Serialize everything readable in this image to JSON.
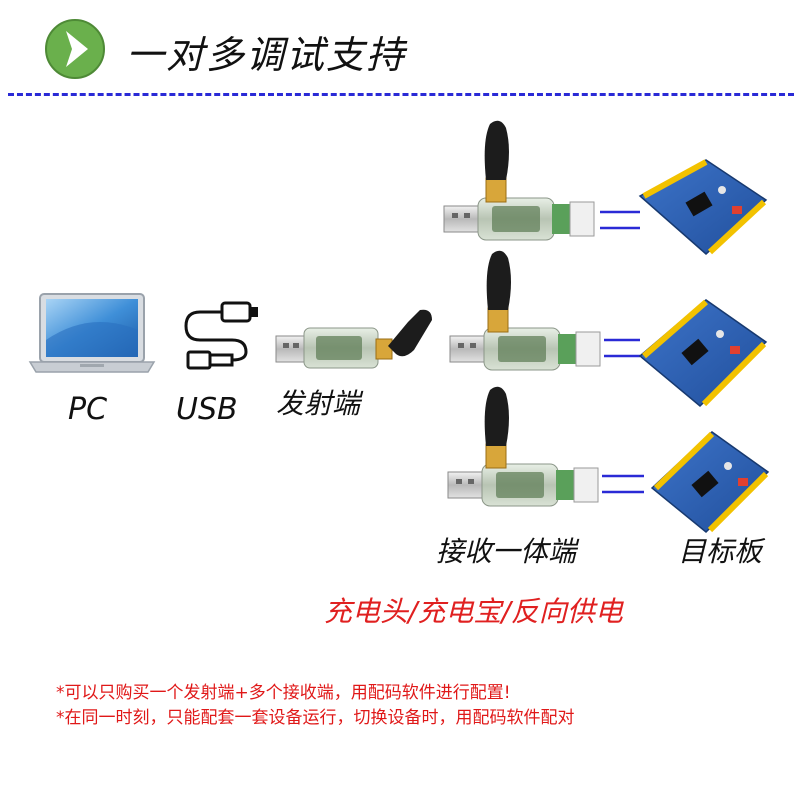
{
  "header": {
    "title": "一对多调试支持"
  },
  "labels": {
    "pc": "PC",
    "usb": "USB",
    "transmitter": "发射端",
    "receiver": "接收一体端",
    "target_board": "目标板"
  },
  "power_note": "充电头/充电宝/反向供电",
  "footnotes": [
    "*可以只购买一个发射端+多个接收端，用配码软件进行配置!",
    "*在同一时刻，只能配套一套设备运行，切换设备时，用配码软件配对"
  ],
  "colors": {
    "accent_green": "#6ab04c",
    "divider_blue": "#2a2ad6",
    "note_red": "#e02020",
    "board_blue": "#2f5fb5",
    "header_yellow": "#f2c200"
  }
}
